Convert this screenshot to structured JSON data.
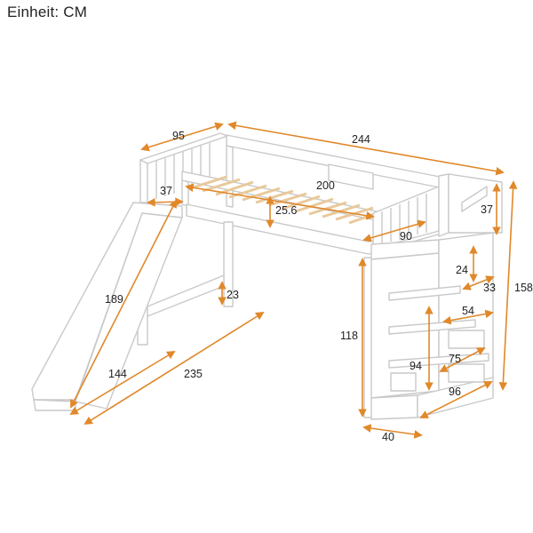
{
  "header": {
    "unit_label": "Einheit: CM"
  },
  "colors": {
    "dimension": "#e0882a",
    "outline": "#c9c9c9",
    "slat": "#e9c99a",
    "text": "#222222"
  },
  "dimensions": {
    "width_top": "95",
    "length_total": "244",
    "mattress_length": "200",
    "guard_height": "37",
    "slat_height": "25.6",
    "mattress_width": "90",
    "stair_guard": "37",
    "slide_length": "189",
    "leg_clearance": "23",
    "stair_step_height": "24",
    "stair_step_depth": "33",
    "stair_step_width": "54",
    "bed_height": "118",
    "total_height": "158",
    "stair_height": "94",
    "stair_shelf": "75",
    "stair_length": "96",
    "stair_width": "40",
    "slide_floor": "144",
    "total_with_slide": "235"
  }
}
